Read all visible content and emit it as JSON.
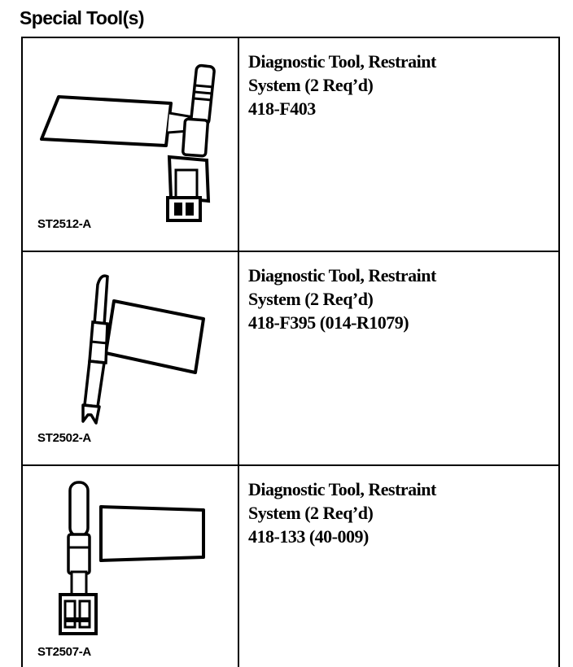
{
  "heading": "Special Tool(s)",
  "tools": [
    {
      "code": "ST2512-A",
      "name_line1": "Diagnostic Tool, Restraint",
      "name_line2": "System (2 Req’d)",
      "part_number": "418-F403"
    },
    {
      "code": "ST2502-A",
      "name_line1": "Diagnostic Tool, Restraint",
      "name_line2": "System (2 Req’d)",
      "part_number": "418-F395 (014-R1079)"
    },
    {
      "code": "ST2507-A",
      "name_line1": "Diagnostic Tool, Restraint",
      "name_line2": "System (2 Req’d)",
      "part_number": "418-133 (40-009)"
    }
  ]
}
